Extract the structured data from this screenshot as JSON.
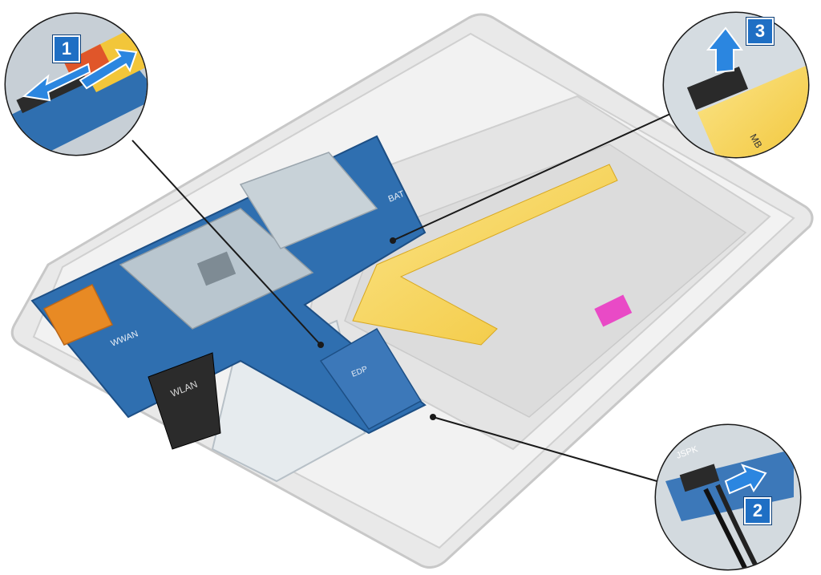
{
  "steps": {
    "one": "1",
    "two": "2",
    "three": "3"
  },
  "labels": {
    "battery": "BAT",
    "wwan": "WWAN",
    "wlan": "WLAN",
    "edp": "EDP",
    "speaker": "JSPK",
    "mb": "MB"
  },
  "colors": {
    "board": "#2f6fb0",
    "flex": "#f5c838",
    "accent": "#1f6fc4",
    "frame": "#dadada"
  }
}
